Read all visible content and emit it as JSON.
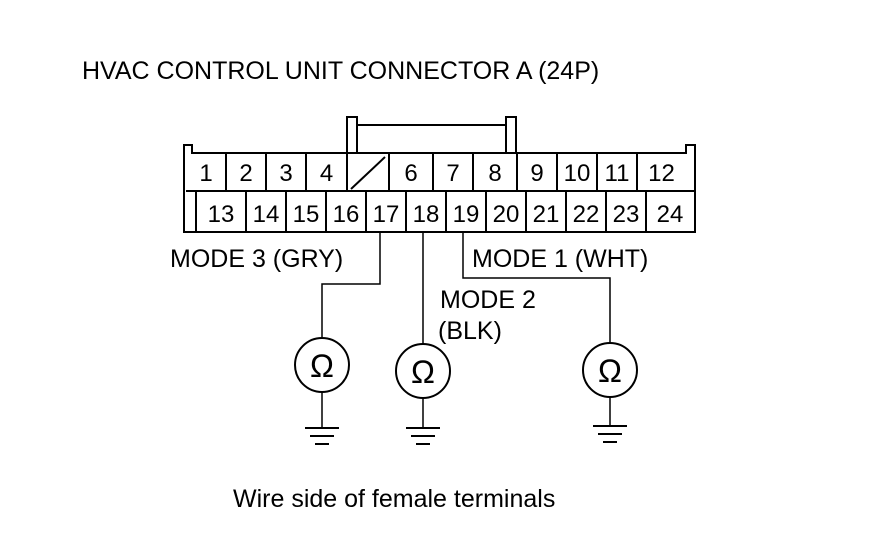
{
  "title": "HVAC CONTROL UNIT CONNECTOR A (24P)",
  "connector": {
    "top_row": [
      "1",
      "2",
      "3",
      "4",
      "",
      "6",
      "7",
      "8",
      "9",
      "10",
      "11",
      "12"
    ],
    "bottom_row": [
      "13",
      "14",
      "15",
      "16",
      "17",
      "18",
      "19",
      "20",
      "21",
      "22",
      "23",
      "24"
    ]
  },
  "wires": {
    "mode3": "MODE 3 (GRY)",
    "mode1": "MODE 1 (WHT)",
    "mode2_line1": "MODE 2",
    "mode2_line2": "(BLK)"
  },
  "meter_symbol": "Ω",
  "icons": [
    "ohmmeter-icon",
    "ground-icon"
  ],
  "caption": "Wire side of female terminals"
}
